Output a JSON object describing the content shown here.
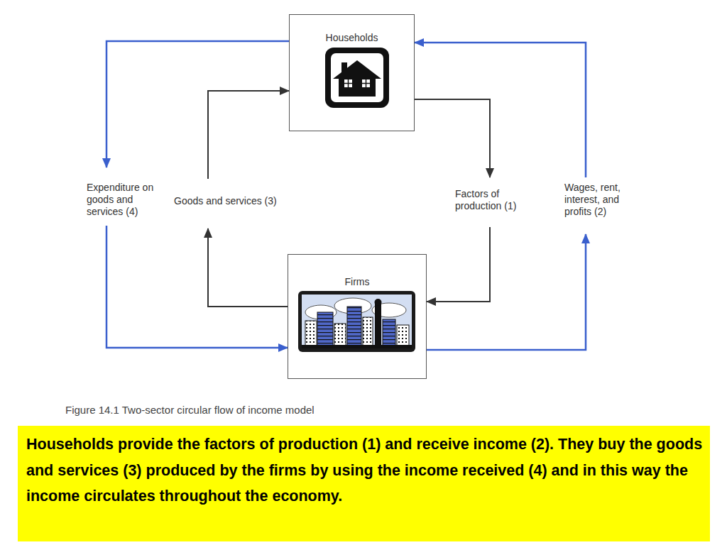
{
  "diagram": {
    "caption": "Figure 14.1 Two-sector circular flow of income model",
    "nodes": [
      {
        "text": [
          "Households"
        ]
      },
      {
        "text": [
          "Firms"
        ]
      },
      {
        "text": [
          "Households provide the factors of production (1) and receive income (2). They buy the goods and services (3) produced by the firms by using the income received (4) and in this way the income circulates throughout the economy."
        ]
      }
    ],
    "edges": [
      {
        "from": 0,
        "to": 1,
        "arrow": "to",
        "label": "Factors of production (1)"
      },
      {
        "from": 1,
        "to": 0,
        "arrow": "to",
        "label": "Wages, rent, interest, and profits (2)"
      },
      {
        "from": 1,
        "to": 0,
        "arrow": "to",
        "label": "Goods and services (3)"
      },
      {
        "from": 0,
        "to": 1,
        "arrow": "to",
        "label": "Expenditure on goods and services (4)"
      }
    ]
  }
}
